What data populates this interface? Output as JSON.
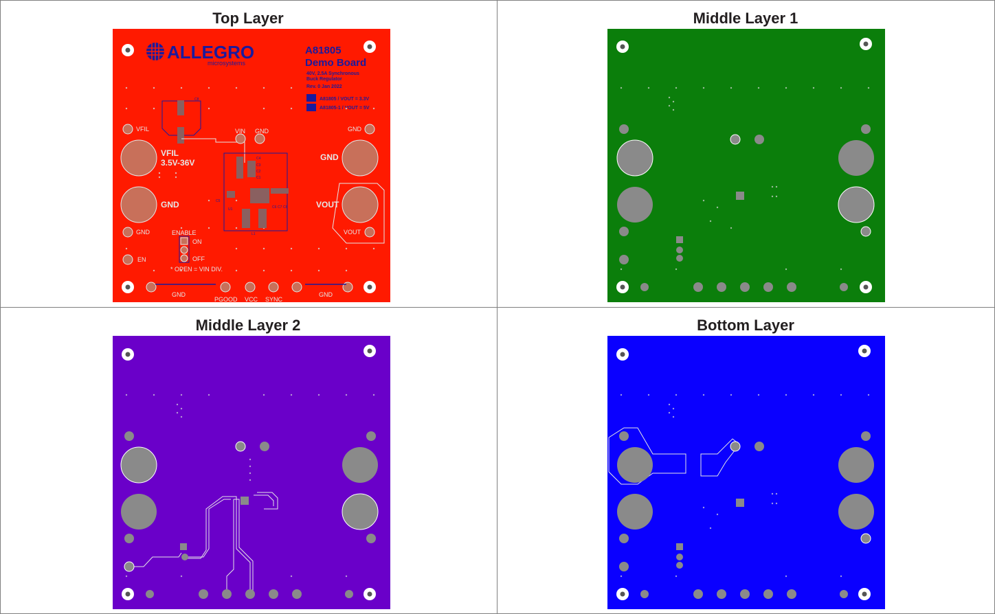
{
  "panels": [
    {
      "title": "Top Layer",
      "color": "#ff1a00"
    },
    {
      "title": "Middle Layer 1",
      "color": "#0b7e0b"
    },
    {
      "title": "Middle Layer 2",
      "color": "#6a00c9"
    },
    {
      "title": "Bottom Layer",
      "color": "#0a00ff"
    }
  ],
  "top": {
    "logo": "ALLEGRO",
    "logo_sub": "microsystems",
    "part": "A81805",
    "board_name": "Demo Board",
    "desc1": "40V, 2.5A Synchronous",
    "desc2": "Buck Regulator",
    "rev": "Rev. 0    Jan 2022",
    "variant1": "A81805 / VOUT = 3.3V",
    "variant2": "A81805-1 / VOUT = 5V",
    "vfil": "VFIL",
    "vfil_big": "VFIL",
    "vrange": "3.5V-36V",
    "gnd_left": "GND",
    "gnd_right": "GND",
    "vout_big": "VOUT",
    "vin": "VIN",
    "gnd_top": "GND",
    "gnd_topright": "GND",
    "gnd_pin": "GND",
    "vout_pin": "VOUT",
    "enable": "ENABLE",
    "on": "ON",
    "off": "OFF",
    "en": "EN",
    "open_note": "* OPEN = VIN DIV.",
    "bottom_gnd1": "GND",
    "pgood": "PGOOD",
    "vcc": "VCC",
    "sync": "SYNC",
    "bottom_gnd2": "GND",
    "c_labels": [
      "C8",
      "C4",
      "C3",
      "C2",
      "C1",
      "C5",
      "C6",
      "C7",
      "C8",
      "L1",
      "U1"
    ]
  }
}
